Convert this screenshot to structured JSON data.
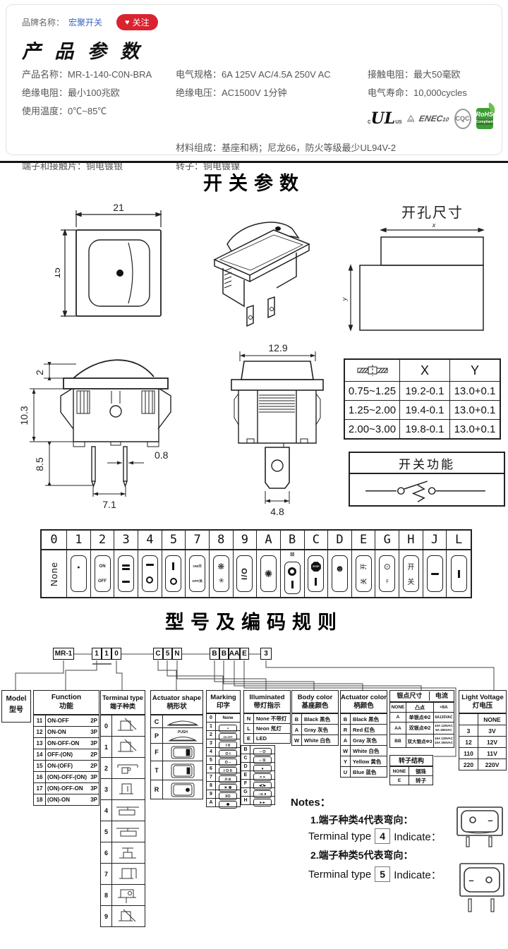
{
  "header": {
    "brand_label": "品牌名称：",
    "brand_name": "宏聚开关",
    "follow": "关注",
    "heart": "♥",
    "title": "产 品 参 数",
    "specs": [
      {
        "label": "产品名称：",
        "value": "MR-1-140-C0N-BRA"
      },
      {
        "label": "电气规格：",
        "value": "6A  125V  AC/4.5A 250V  AC"
      },
      {
        "label": "接触电阻：",
        "value": "最大50毫欧"
      },
      {
        "label": "绝缘电阻：",
        "value": "最小100兆欧"
      },
      {
        "label": "绝缘电压：",
        "value": "AC1500V 1分钟"
      },
      {
        "label": "电气寿命：",
        "value": "10,000cycles"
      },
      {
        "label": "使用温度：",
        "value": "0℃~85℃"
      },
      {
        "label": "材料组成：",
        "value": "基座和柄；尼龙66，防火等级最少UL94V-2"
      },
      {
        "label": "端子和接触片：",
        "value": "铜电镀银"
      },
      {
        "label": "转子：",
        "value": "铜电镀镍"
      }
    ],
    "certs": {
      "ul_c": "c",
      "ul": "UL",
      "ul_us": "us",
      "vde": "VDE",
      "enec": "ENEC",
      "enec_num": "10",
      "cqc": "CQC",
      "rohs": "RoHS",
      "rohs_sub": "Compliant"
    }
  },
  "sw": {
    "title": "开关参数",
    "hole_title": "开孔尺寸",
    "d_top_w": "21",
    "d_top_h": "15",
    "d_x": "x",
    "d_y": "y",
    "d_bump": "2",
    "d_body": "10.3",
    "d_pin_len": "8.5",
    "d_pin_w": "0.8",
    "d_pin_sp": "7.1",
    "d_side_w": "12.9",
    "d_term_w": "4.8",
    "hole_table": {
      "h_x": "X",
      "h_y": "Y",
      "rows": [
        [
          "0.75~1.25",
          "19.2-0.1",
          "13.0+0.1"
        ],
        [
          "1.25~2.00",
          "19.4-0.1",
          "13.0+0.1"
        ],
        [
          "2.00~3.00",
          "19.8-0.1",
          "13.0+0.1"
        ]
      ]
    },
    "func_title": "开关功能"
  },
  "sym": {
    "codes": [
      "0",
      "1",
      "2",
      "3",
      "4",
      "5",
      "7",
      "8",
      "9",
      "A",
      "B",
      "C",
      "D",
      "E",
      "G",
      "H",
      "J",
      "L"
    ],
    "none": "None",
    "on": "ON",
    "off": "OFF",
    "on_cn": "ON/开",
    "off_cn": "OFF/关",
    "fan1": "❋",
    "fan2": "✳",
    "io": "I/O",
    "bulb": "✺",
    "mute": "⊠",
    "stop": "STOP",
    "moon": "☻",
    "kai": "开",
    "guan": "关",
    "dot_circle": "⊙",
    "lamp": "♀"
  },
  "coding": {
    "title": "型号及编码规则",
    "boxes": [
      "MR-1",
      "1",
      "1",
      "0",
      "C",
      "5",
      "N",
      "B",
      "B",
      "AA",
      "E",
      "3"
    ],
    "model": {
      "en": "Model",
      "cn": "型号"
    },
    "function": {
      "en": "Function",
      "cn": "功能",
      "rows": [
        [
          "11",
          "ON-OFF",
          "2P"
        ],
        [
          "12",
          "ON-ON",
          "3P"
        ],
        [
          "13",
          "ON-OFF-ON",
          "3P"
        ],
        [
          "14",
          "OFF-(ON)",
          "2P"
        ],
        [
          "15",
          "ON-(OFF)",
          "2P"
        ],
        [
          "16",
          "(ON)-OFF-(ON)",
          "3P"
        ],
        [
          "17",
          "(ON)-OFF-ON",
          "3P"
        ],
        [
          "18",
          "(ON)-ON",
          "3P"
        ]
      ]
    },
    "terminal": {
      "en": "Terminal type",
      "cn": "端子种类",
      "codes": [
        "0",
        "1",
        "2",
        "3",
        "4",
        "5",
        "6",
        "7",
        "8",
        "9"
      ]
    },
    "actuator": {
      "en": "Actuator shape",
      "cn": "柄形状",
      "codes": [
        "C",
        "P",
        "F",
        "T",
        "R"
      ],
      "push": "PUSH"
    },
    "marking": {
      "en": "Marking",
      "cn": "印字",
      "left": [
        [
          "0",
          "None"
        ],
        [
          "1",
          "•"
        ],
        [
          "2",
          "ON OFF"
        ],
        [
          "3",
          "I  II"
        ],
        [
          "4",
          "O  I"
        ],
        [
          "5",
          "O  –"
        ],
        [
          "6",
          "I O II"
        ],
        [
          "7",
          "开 关"
        ],
        [
          "8",
          "✳ ❆"
        ],
        [
          "9",
          "I/O"
        ],
        [
          "A",
          "✺"
        ]
      ],
      "right": [
        [
          "B",
          "– O"
        ],
        [
          "C",
          "– ①"
        ],
        [
          "D",
          "●"
        ],
        [
          "E",
          "× ×"
        ],
        [
          "F",
          "◂O▸"
        ],
        [
          "G",
          "–o ●"
        ],
        [
          "H",
          "▸ ▸"
        ]
      ]
    },
    "illum": {
      "en": "Illuminated",
      "cn": "带灯指示",
      "rows": [
        [
          "N",
          "None 不带灯"
        ],
        [
          "L",
          "Neon 氖灯"
        ],
        [
          "E",
          "LED"
        ]
      ]
    },
    "body": {
      "en": "Body color",
      "cn": "基座颜色",
      "rows": [
        [
          "B",
          "Black 黑色"
        ],
        [
          "A",
          "Gray 灰色"
        ],
        [
          "W",
          "White 白色"
        ]
      ]
    },
    "act_color": {
      "en": "Actuator color",
      "cn": "柄颜色",
      "rows": [
        [
          "B",
          "Black 黑色"
        ],
        [
          "R",
          "Red 红色"
        ],
        [
          "A",
          "Gray 灰色"
        ],
        [
          "W",
          "White 白色"
        ],
        [
          "Y",
          "Yellow 黄色"
        ],
        [
          "U",
          "Blue 蓝色"
        ]
      ]
    },
    "silver": {
      "t1": "银点尺寸",
      "t2": "电流",
      "rows": [
        [
          "NONE",
          "凸点",
          "<6A"
        ],
        [
          "A",
          "单银点Φ2",
          "6A125VAC"
        ],
        [
          "AA",
          "双银点Φ2",
          "10A 125VAC 6A 250VAC"
        ],
        [
          "BB",
          "双大银点Φ3",
          "15A 125VAC 10A 250VAC"
        ]
      ]
    },
    "rotor": {
      "t": "转子结构",
      "rows": [
        [
          "NONE",
          "钢珠"
        ],
        [
          "E",
          "转子"
        ]
      ]
    },
    "light": {
      "en": "Light Voltage",
      "cn": "灯电压",
      "rows": [
        [
          "",
          "NONE"
        ],
        [
          "3",
          "3V"
        ],
        [
          "12",
          "12V"
        ],
        [
          "110",
          "11V"
        ],
        [
          "220",
          "220V"
        ]
      ]
    }
  },
  "notes": {
    "title": "Notes：",
    "l1": "1.端子种类4代表弯向：",
    "l2pre": "Terminal type",
    "l2box": "4",
    "l2post": "Indicate：",
    "l3": "2.端子种类5代表弯向：",
    "l4pre": "Terminal type",
    "l4box": "5",
    "l4post": "Indicate：",
    "s1l": "o",
    "s1r": "–",
    "s2l": "–",
    "s2r": "o"
  }
}
